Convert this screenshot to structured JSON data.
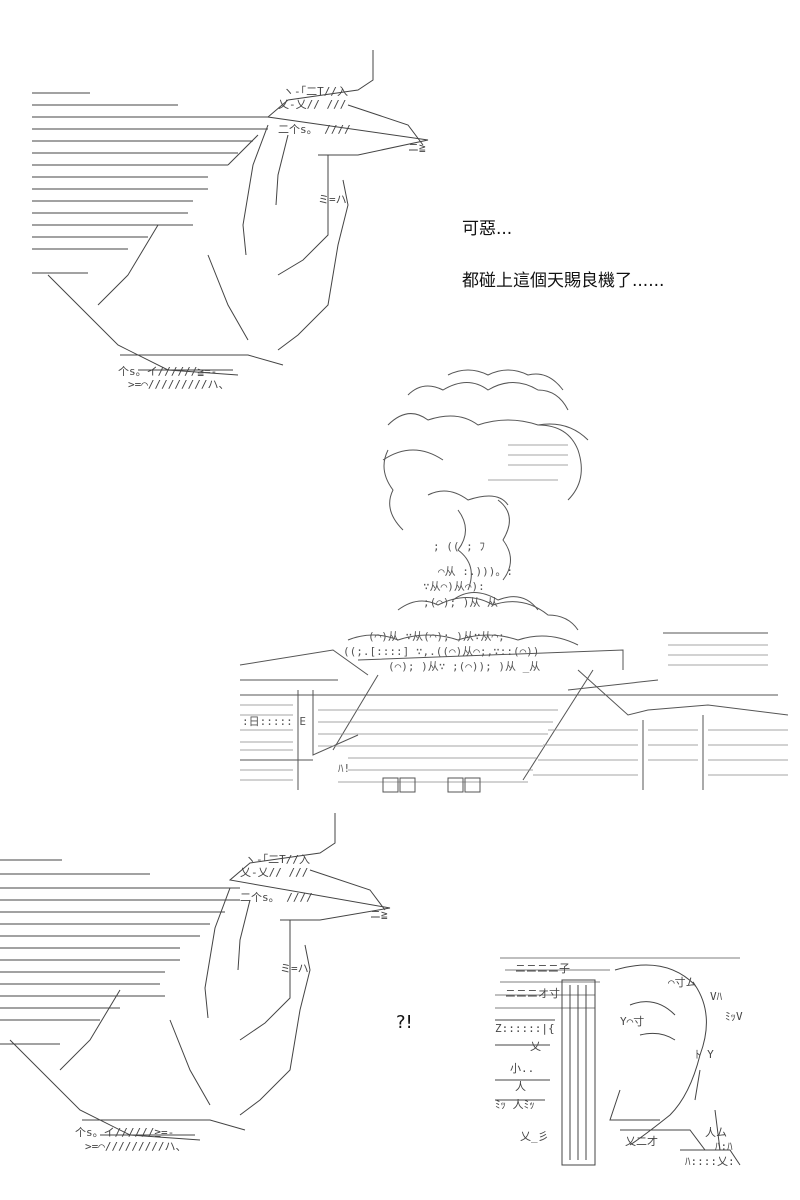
{
  "dialog": {
    "line1": "可惡...",
    "line2": "都碰上這個天賜良機了......"
  },
  "reaction": {
    "text": "?!"
  },
  "art": {
    "panel_top": "ascii-art-creature-head",
    "panel_middle": "ascii-art-explosion-over-houses",
    "panel_bottom_left": "ascii-art-creature-head",
    "panel_bottom_right": "ascii-art-startled-figure"
  }
}
